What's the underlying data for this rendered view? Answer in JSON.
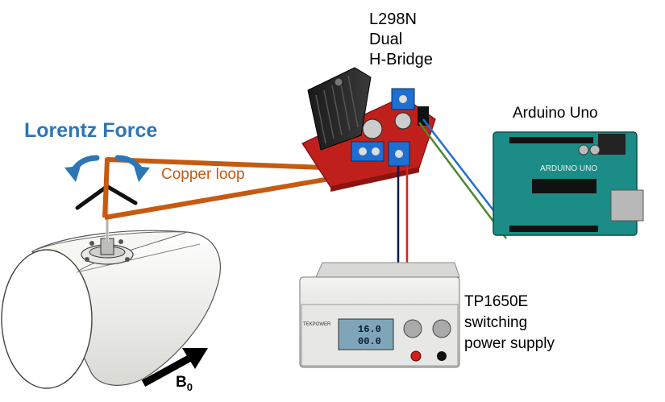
{
  "labels": {
    "lorentz_force": "Lorentz Force",
    "copper_loop": "Copper loop",
    "l298n": [
      "L298N",
      "Dual",
      "H-Bridge"
    ],
    "arduino": "Arduino Uno",
    "power_supply": [
      "TP1650E",
      "switching",
      "power supply"
    ],
    "b0_main": "B",
    "b0_sub": "0"
  },
  "psu_display": {
    "voltage": "16.0",
    "current": "00.0",
    "brand": "TEKPOWER"
  },
  "arduino_board_text": "ARDUINO UNO",
  "colors": {
    "lorentz": "#2e75b6",
    "copper": "#c55a11",
    "wire_blue": "#1f6fd1",
    "wire_green": "#4a8a2a",
    "wire_red": "#e0201c",
    "wire_navy": "#0b1a4d",
    "arduino_board": "#1c8c86",
    "hbridge_board": "#c0201c"
  }
}
